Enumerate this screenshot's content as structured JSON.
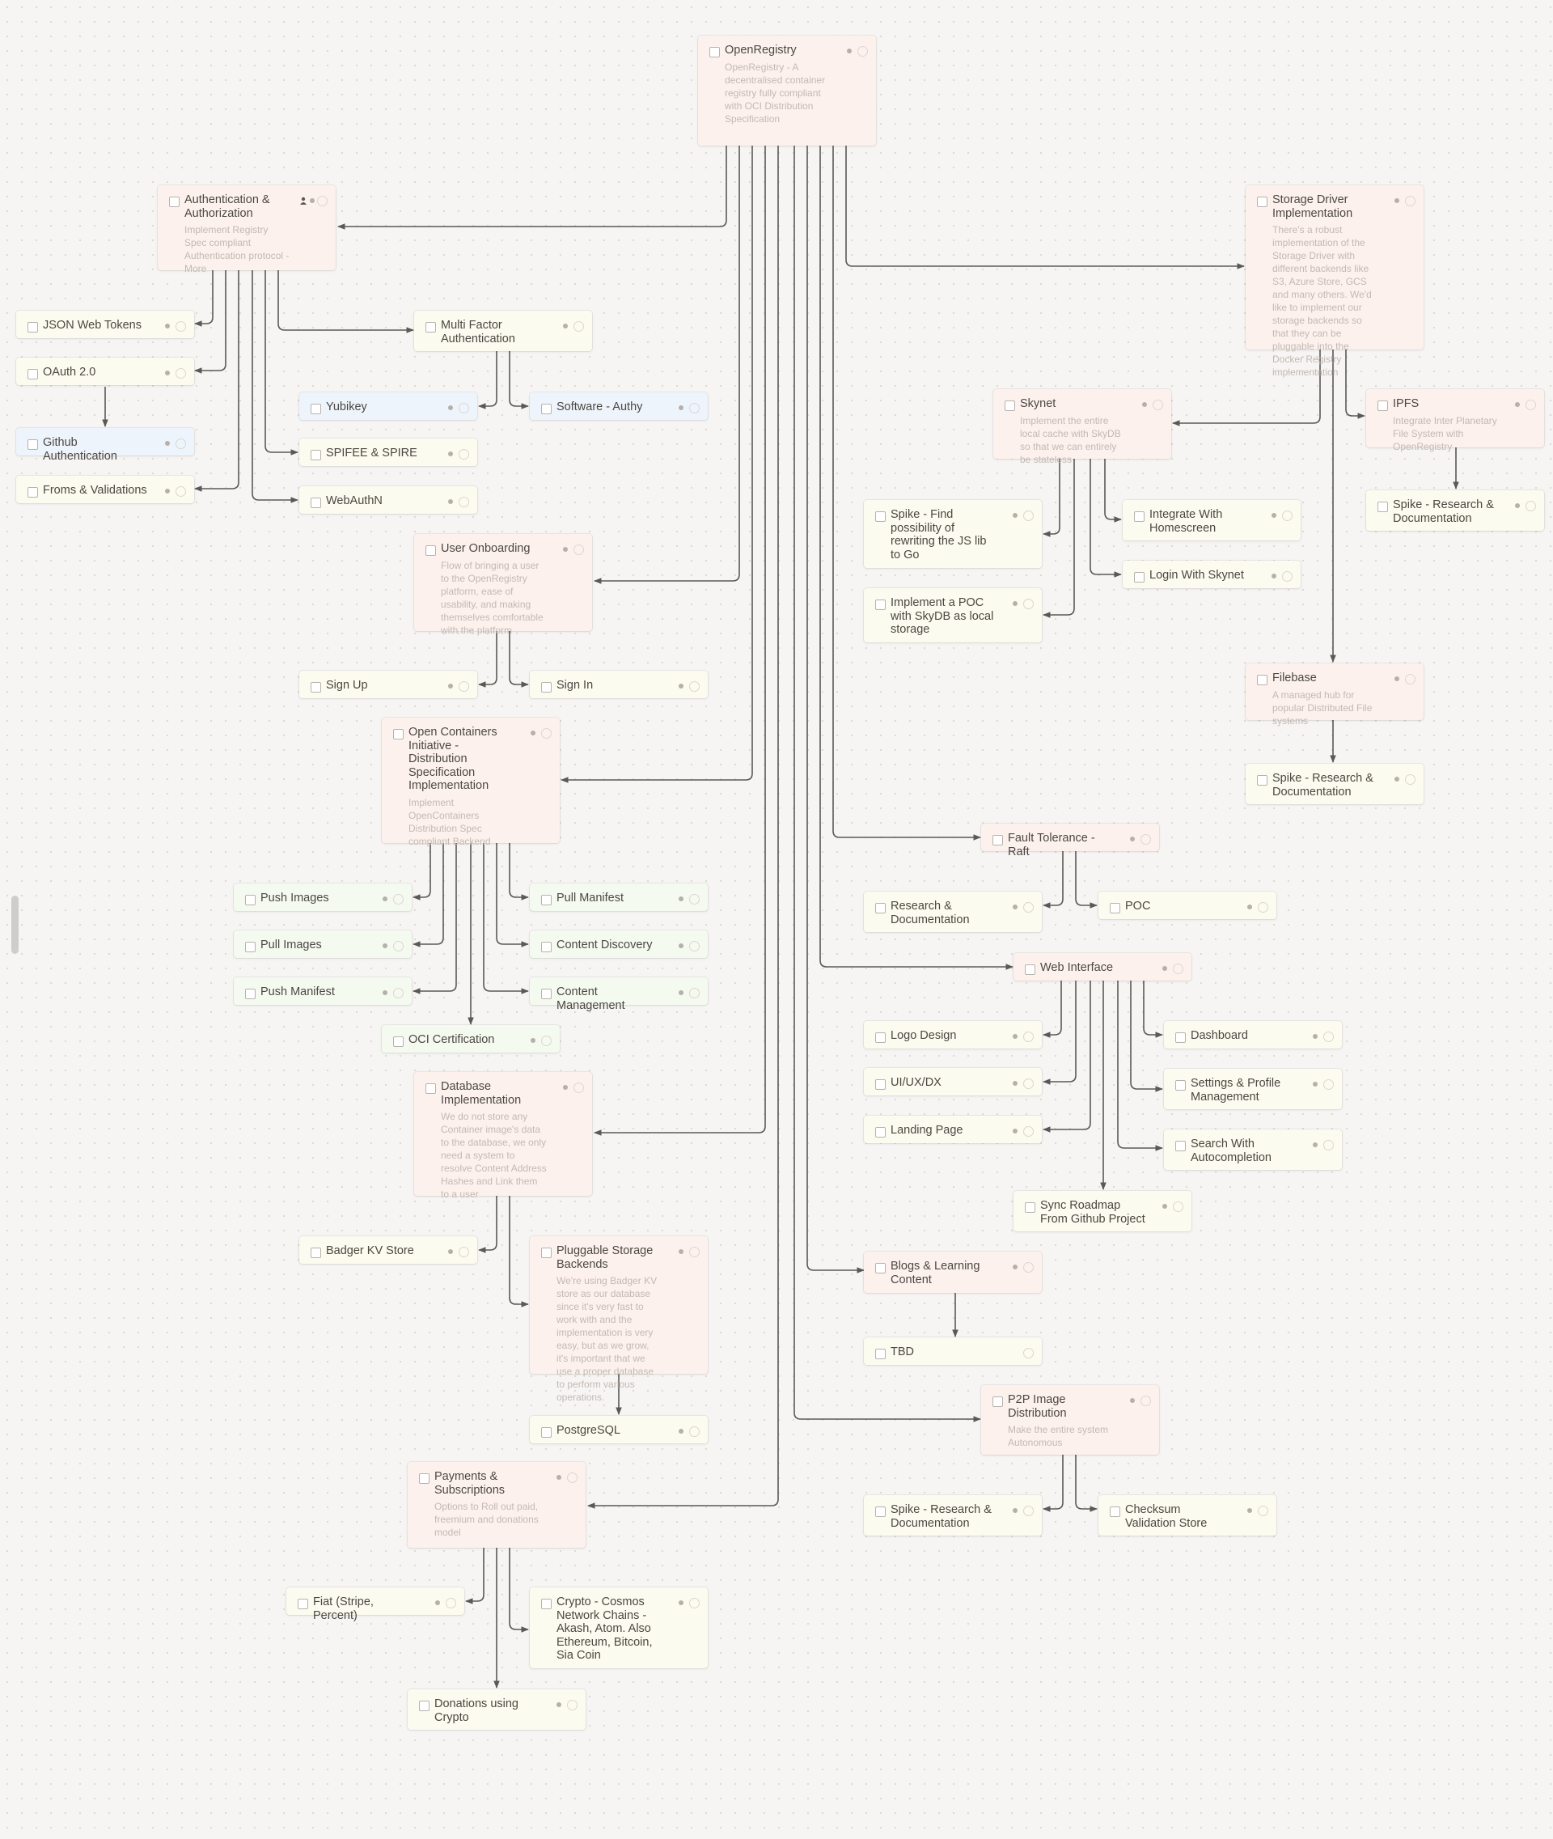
{
  "diagram": {
    "root": {
      "title": "OpenRegistry",
      "description": "OpenRegistry - A decentralised container registry fully compliant with OCI Distribution Specification"
    },
    "nodes": {
      "auth": {
        "title": "Authentication & Authorization",
        "description": "Implement Registry Spec compliant Authentication protocol - ",
        "more": "More"
      },
      "jwt": {
        "title": "JSON Web Tokens"
      },
      "oauth": {
        "title": "OAuth 2.0"
      },
      "github": {
        "title": "Github Authentication"
      },
      "forms": {
        "title": "Froms & Validations"
      },
      "mfa": {
        "title": "Multi Factor Authentication"
      },
      "yubikey": {
        "title": "Yubikey"
      },
      "authy": {
        "title": "Software - Authy"
      },
      "spiffe": {
        "title": "SPIFEE & SPIRE"
      },
      "webauthn": {
        "title": "WebAuthN"
      },
      "onboarding": {
        "title": "User Onboarding",
        "description": "Flow of bringing a user to the OpenRegistry platform, ease of usability, and making themselves comfortable with the platform"
      },
      "signup": {
        "title": "Sign Up"
      },
      "signin": {
        "title": "Sign In"
      },
      "oci": {
        "title": "Open Containers Initiative - Distribution Specification Implementation",
        "description": "Implement OpenContainers Distribution Spec compliant Backend"
      },
      "push_images": {
        "title": "Push Images"
      },
      "pull_images": {
        "title": "Pull Images"
      },
      "push_manifest": {
        "title": "Push Manifest"
      },
      "pull_manifest": {
        "title": "Pull Manifest"
      },
      "content_discovery": {
        "title": "Content Discovery"
      },
      "content_management": {
        "title": "Content Management"
      },
      "oci_cert": {
        "title": "OCI Certification"
      },
      "database": {
        "title": "Database Implementation",
        "description": "We do not store any Container image's data to the database, we only need  a system to resolve Content Address Hashes and Link them to a user"
      },
      "badger": {
        "title": "Badger KV Store"
      },
      "pluggable": {
        "title": "Pluggable Storage Backends",
        "description": "We're using Badger KV store as our database since it's very fast to work with and the implementation is very easy, but as we grow, it's  important that we use a proper database to perform various operations."
      },
      "postgres": {
        "title": "PostgreSQL"
      },
      "payments": {
        "title": "Payments & Subscriptions",
        "description": "Options to Roll out paid, freemium and donations model"
      },
      "fiat": {
        "title": "Fiat (Stripe, Percent)"
      },
      "crypto": {
        "title": "Crypto - Cosmos Network Chains - Akash, Atom. Also Ethereum, Bitcoin, Sia Coin"
      },
      "donations": {
        "title": "Donations using Crypto"
      },
      "storage": {
        "title": "Storage Driver Implementation",
        "description": "There's a robust implementation of the Storage Driver with different backends like S3, Azure Store, GCS and many others. We'd like to implement our storage backends so that they can be pluggable into the Docker Registry implementation"
      },
      "skynet": {
        "title": "Skynet",
        "description": "Implement the entire local cache with SkyDB so that we can entirely be stateless"
      },
      "ipfs": {
        "title": "IPFS",
        "description": "Integrate Inter Planetary File System with OpenRegistry"
      },
      "ipfs_spike": {
        "title": "Spike - Research & Documentation"
      },
      "spike_js": {
        "title": "Spike - Find possibility of rewriting the JS lib to Go"
      },
      "homescreen": {
        "title": "Integrate With Homescreen"
      },
      "login_skynet": {
        "title": "Login With Skynet"
      },
      "poc_skydb": {
        "title": "Implement a POC with SkyDB as local storage"
      },
      "filebase": {
        "title": "Filebase",
        "description": "A managed hub for popular Distributed File systems"
      },
      "filebase_spike": {
        "title": "Spike - Research & Documentation"
      },
      "raft": {
        "title": "Fault Tolerance - Raft"
      },
      "raft_research": {
        "title": "Research & Documentation"
      },
      "raft_poc": {
        "title": "POC"
      },
      "web": {
        "title": "Web Interface"
      },
      "logo": {
        "title": "Logo Design"
      },
      "uiux": {
        "title": "UI/UX/DX"
      },
      "landing": {
        "title": "Landing Page"
      },
      "dashboard": {
        "title": "Dashboard"
      },
      "settings": {
        "title": "Settings & Profile Management"
      },
      "search": {
        "title": "Search With Autocompletion"
      },
      "sync": {
        "title": "Sync Roadmap From Github Project"
      },
      "blogs": {
        "title": "Blogs & Learning Content"
      },
      "tbd": {
        "title": "TBD"
      },
      "p2p": {
        "title": "P2P Image Distribution",
        "description": "Make the entire system Autonomous"
      },
      "p2p_spike": {
        "title": "Spike - Research & Documentation"
      },
      "checksum": {
        "title": "Checksum Validation Store"
      }
    }
  }
}
